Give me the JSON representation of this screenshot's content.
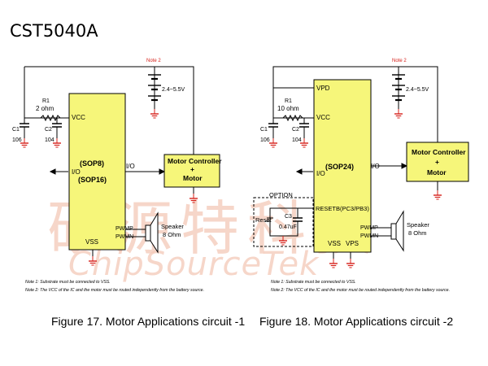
{
  "title": "CST5040A",
  "watermark": {
    "cn": "矽源特科技",
    "en": "ChipSourceTek"
  },
  "colors": {
    "chip": "#f6f67a",
    "wire": "#000000",
    "ground": "#d6201a",
    "note_red": "#d6201a",
    "watermark": "#f4c9b8"
  },
  "fig1": {
    "note2": "Note 2",
    "voltage": "2.4~5.5V",
    "r1": "R1",
    "r1_val": "2 ohm",
    "c1": "C1",
    "c1_val": "106",
    "c2": "C2",
    "c2_val": "104",
    "vcc": "VCC",
    "pkg1": "(SOP8)",
    "pkg2": "(SOP16)",
    "io_left": "I/O",
    "io_right": "I/O",
    "pwmp": "PWMP",
    "pwmn": "PWMN",
    "vss": "VSS",
    "motor1": "Motor Controller",
    "motor2": "+",
    "motor3": "Motor",
    "speaker1": "Speaker",
    "speaker2": "8 Ohm",
    "note_1": "Note 1: Substrate must be connected to VSS.",
    "note_2": "Note 2: The VCC of the IC and the motor must be routed independently from the battery source.",
    "caption": "Figure 17. Motor Applications circuit -1"
  },
  "fig2": {
    "note2": "Note 2",
    "voltage": "2.4~5.5V",
    "vpd": "VPD",
    "r1": "R1",
    "r1_val": "10 ohm",
    "c1": "C1",
    "c1_val": "106",
    "c2": "C2",
    "c2_val": "104",
    "vcc": "VCC",
    "pkg": "(SOP24)",
    "io_left": "I/O",
    "io_right": "I/O",
    "option": "OPTION",
    "reset": "Reset",
    "c3": "C3",
    "c3_val": "0.47uF",
    "resetb": "RESETB(PC3/PB3)",
    "pwmp": "PWMP",
    "pwmn": "PWMN",
    "vss": "VSS",
    "vps": "VPS",
    "motor1": "Motor Controller",
    "motor2": "+",
    "motor3": "Motor",
    "speaker1": "Speaker",
    "speaker2": "8 Ohm",
    "note_1": "Note 1: Substrate must be connected to VSS.",
    "note_2": "Note 2: The VCC of the IC and the motor must be routed independently from the battery source.",
    "caption": "Figure 18. Motor Applications circuit -2"
  }
}
